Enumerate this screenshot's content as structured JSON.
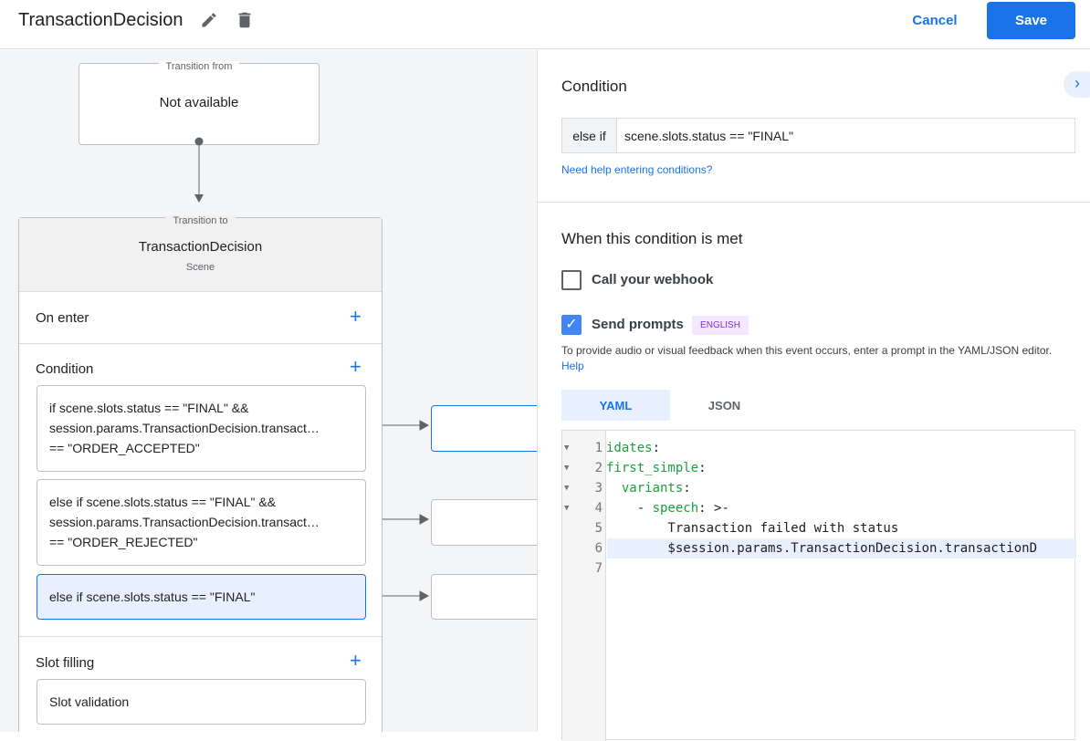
{
  "header": {
    "title": "TransactionDecision",
    "cancel": "Cancel",
    "save": "Save"
  },
  "canvas": {
    "transition_from": {
      "legend": "Transition from",
      "value": "Not available"
    },
    "scene": {
      "legend": "Transition to",
      "name": "TransactionDecision",
      "type": "Scene",
      "on_enter": "On enter",
      "condition": "Condition",
      "slot_filling": "Slot filling",
      "slot_validation": "Slot validation",
      "conditions": [
        {
          "lines": [
            "if scene.slots.status == \"FINAL\" &&",
            "session.params.TransactionDecision.transact…",
            "== \"ORDER_ACCEPTED\""
          ]
        },
        {
          "lines": [
            "else if scene.slots.status == \"FINAL\" &&",
            "session.params.TransactionDecision.transact…",
            "== \"ORDER_REJECTED\""
          ]
        },
        {
          "lines": [
            "else if scene.slots.status == \"FINAL\""
          ]
        }
      ]
    }
  },
  "panel": {
    "condition_title": "Condition",
    "condition_prefix": "else if",
    "condition_value": "scene.slots.status == \"FINAL\"",
    "help_link": "Need help entering conditions?",
    "when_title": "When this condition is met",
    "webhook_label": "Call your webhook",
    "webhook_checked": false,
    "prompts_label": "Send prompts",
    "prompts_checked": true,
    "language_badge": "ENGLISH",
    "description": "To provide audio or visual feedback when this event occurs, enter a prompt in the YAML/JSON editor.",
    "description_link": "Help",
    "tabs": [
      "YAML",
      "JSON"
    ],
    "active_tab": "YAML",
    "editor_lines": [
      {
        "n": "1",
        "key": "idates",
        "rest": ":"
      },
      {
        "n": "2",
        "key": "first_simple",
        "rest": ":"
      },
      {
        "n": "3",
        "key": "  variants",
        "rest": ":"
      },
      {
        "n": "4",
        "pre": "    - ",
        "key": "speech",
        "rest": ": >-"
      },
      {
        "n": "5",
        "rest": "        Transaction failed with status"
      },
      {
        "n": "6",
        "rest": "        $session.params.TransactionDecision.transactionD"
      },
      {
        "n": "7",
        "rest": ""
      }
    ]
  },
  "colors": {
    "accent": "#1a73e8",
    "selected_bg": "#e8f0fe",
    "badge_bg": "#f3e8fd",
    "badge_text": "#8430ce",
    "yaml_key": "#1e9e3e"
  }
}
